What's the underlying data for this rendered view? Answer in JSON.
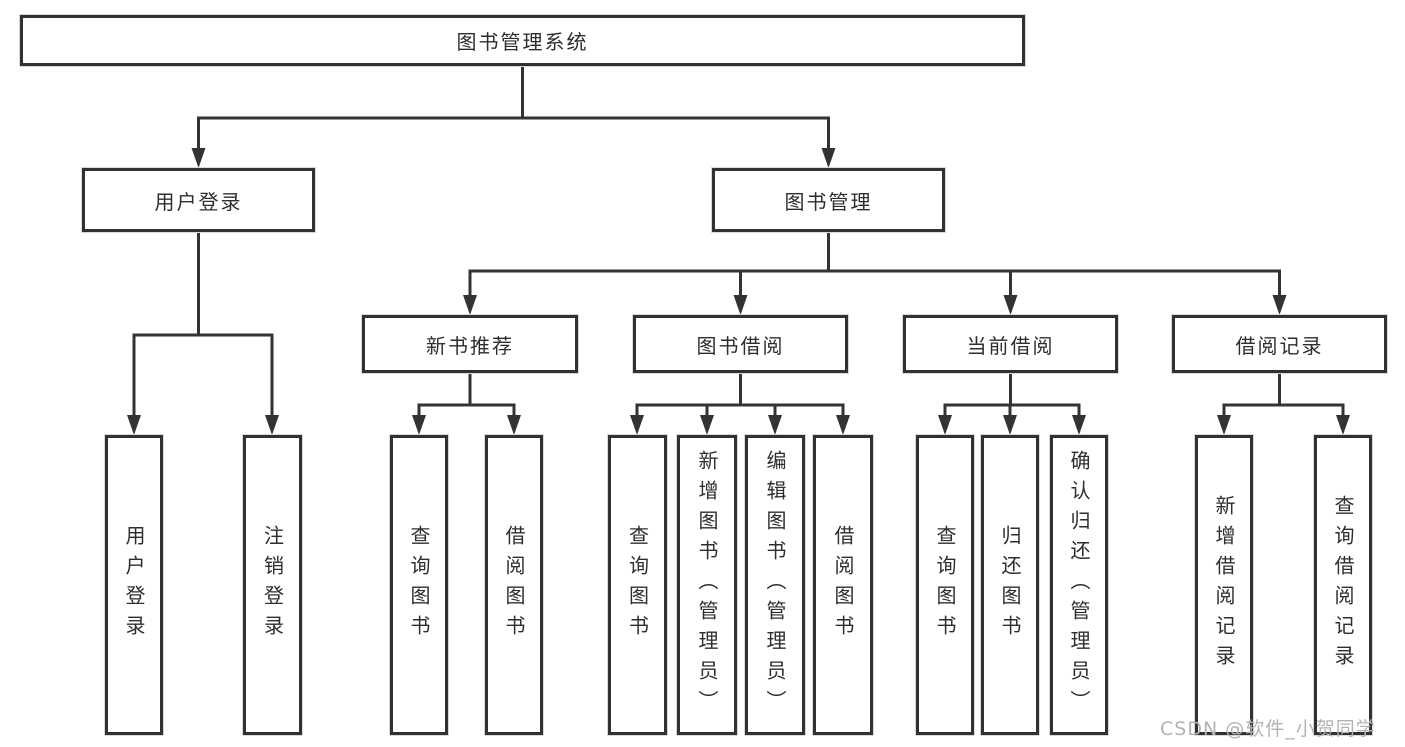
{
  "tree": {
    "label": "图书管理系统",
    "children": [
      {
        "label": "用户登录",
        "children": [
          {
            "label": "用户登录"
          },
          {
            "label": "注销登录"
          }
        ]
      },
      {
        "label": "图书管理",
        "children": [
          {
            "label": "新书推荐",
            "children": [
              {
                "label": "查询图书"
              },
              {
                "label": "借阅图书"
              }
            ]
          },
          {
            "label": "图书借阅",
            "children": [
              {
                "label": "查询图书"
              },
              {
                "label": "新增图书（管理员）"
              },
              {
                "label": "编辑图书（管理员）"
              },
              {
                "label": "借阅图书"
              }
            ]
          },
          {
            "label": "当前借阅",
            "children": [
              {
                "label": "查询图书"
              },
              {
                "label": "归还图书"
              },
              {
                "label": "确认归还（管理员）"
              }
            ]
          },
          {
            "label": "借阅记录",
            "children": [
              {
                "label": "新增借阅记录"
              },
              {
                "label": "查询借阅记录"
              }
            ]
          }
        ]
      }
    ]
  },
  "watermark": {
    "text": "CSDN @软件_小贺同学"
  },
  "colors": {
    "line": "#333333",
    "text": "#2e2e2e",
    "watermark": "#b3b3b3"
  }
}
